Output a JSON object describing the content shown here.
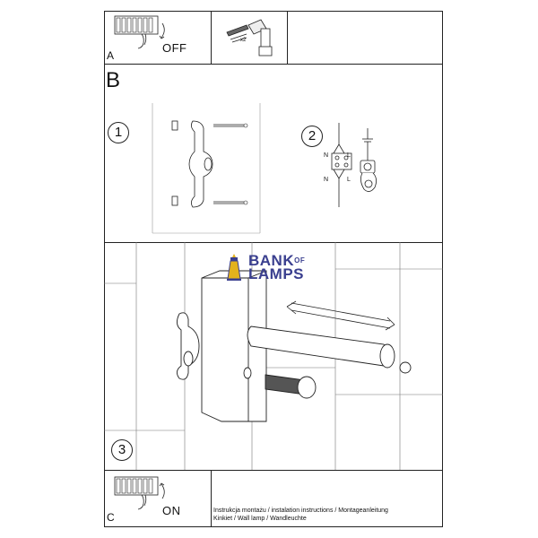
{
  "section_a": {
    "letter": "A",
    "action": "OFF"
  },
  "section_b": {
    "letter": "B"
  },
  "section_c": {
    "letter": "C",
    "action": "ON"
  },
  "steps": {
    "one": "1",
    "two": "2",
    "three": "3"
  },
  "x2_label": "x2",
  "wiring": {
    "n_top": "N",
    "l_top": "L",
    "n_bottom": "N",
    "l_bottom": "L"
  },
  "watermark": {
    "line1": "BANK",
    "of": "OF",
    "line2": "LAMPS"
  },
  "footer": {
    "line1": "Instrukcja montażu / instalation instructions / Montageanleitung",
    "line2": "Kinkiet / Wall lamp / Wandleuchte"
  }
}
